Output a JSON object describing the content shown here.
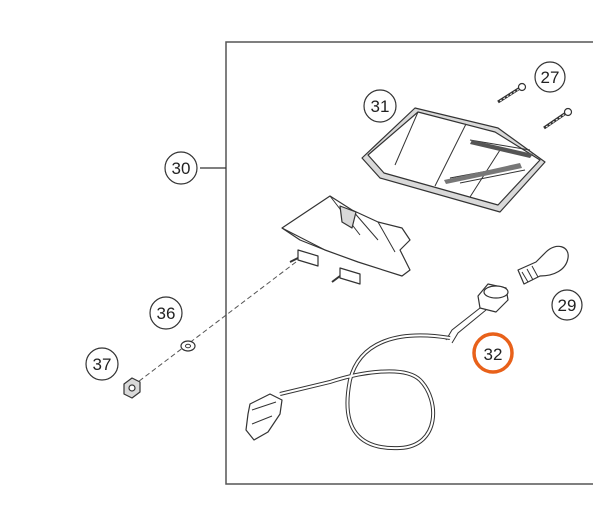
{
  "callouts": [
    {
      "id": "c27",
      "label": "27"
    },
    {
      "id": "c29",
      "label": "29"
    },
    {
      "id": "c30",
      "label": "30"
    },
    {
      "id": "c31",
      "label": "31"
    },
    {
      "id": "c32",
      "label": "32",
      "highlighted": true
    },
    {
      "id": "c36",
      "label": "36"
    },
    {
      "id": "c37",
      "label": "37"
    }
  ],
  "colors": {
    "highlight": "#e8611a",
    "line": "#333333",
    "frame": "#555555"
  }
}
